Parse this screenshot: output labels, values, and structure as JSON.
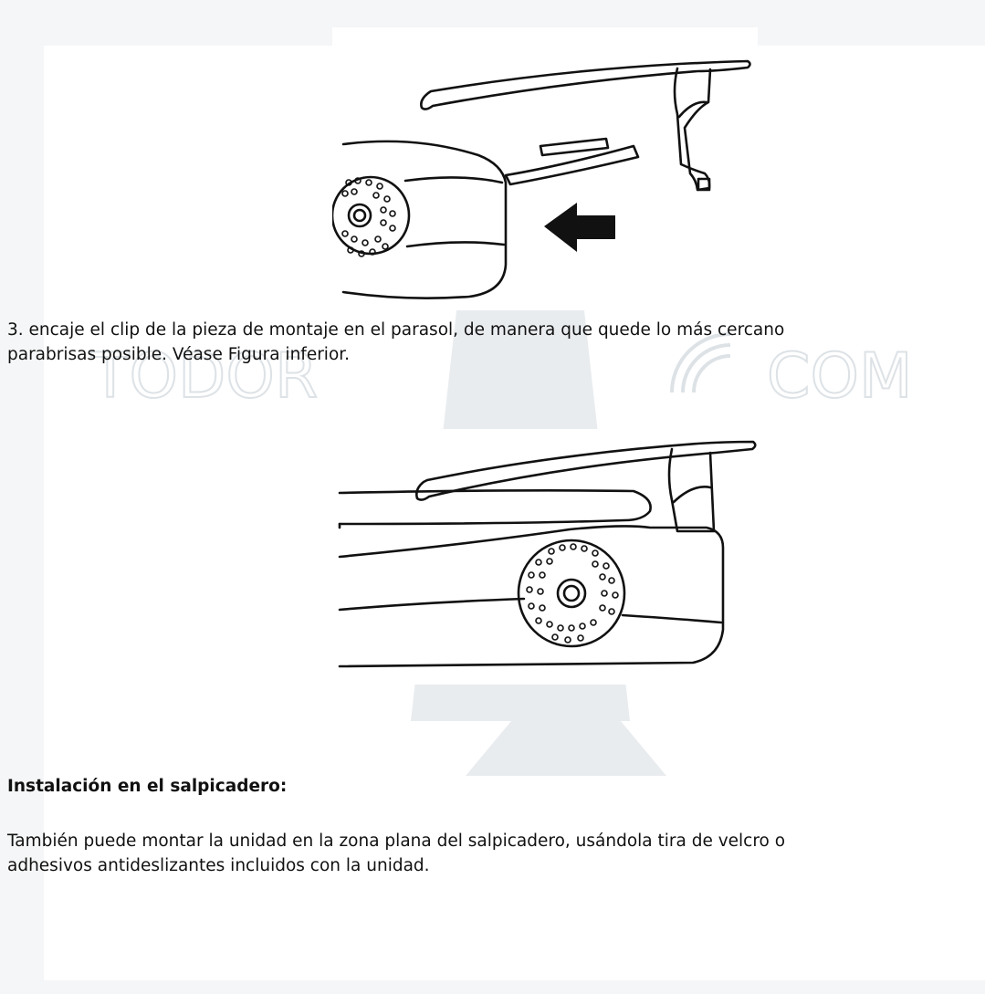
{
  "watermark": {
    "text_left": "TODOR",
    "text_right": "COM"
  },
  "step3": {
    "line1": "3. encaje el clip de la pieza de montaje en el parasol, de manera que quede lo más cercano",
    "line2": "parabrisas posible. Véase Figura inferior."
  },
  "dashboard": {
    "heading": "Instalación en el salpicadero:",
    "line1": "También puede montar la unidad en la zona plana del salpicadero, usándola tira de velcro o",
    "line2": "adhesivos antideslizantes incluidos con la unidad."
  },
  "colors": {
    "page_background": "#ffffff",
    "frame": "#f5f6f7",
    "text": "#111111",
    "drawing": "#111111",
    "watermark": "#dde2e6"
  }
}
